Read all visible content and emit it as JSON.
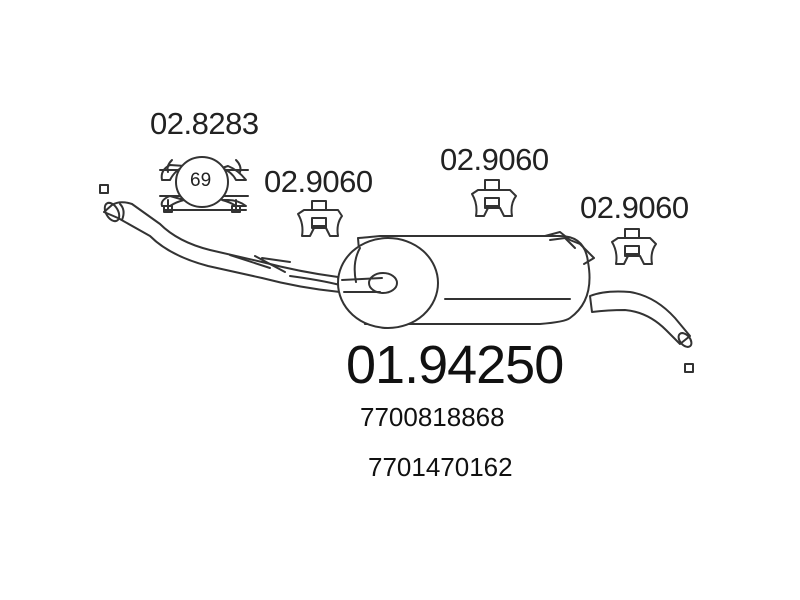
{
  "parts": {
    "clamp": {
      "number": "02.8283",
      "size": "69"
    },
    "hanger_1": {
      "number": "02.9060"
    },
    "hanger_2": {
      "number": "02.9060"
    },
    "hanger_3": {
      "number": "02.9060"
    }
  },
  "main_part": {
    "number": "01.94250"
  },
  "oem_numbers": [
    "7700818868",
    "7701470162"
  ],
  "colors": {
    "line": "#333333",
    "text": "#222222",
    "background": "#ffffff"
  }
}
